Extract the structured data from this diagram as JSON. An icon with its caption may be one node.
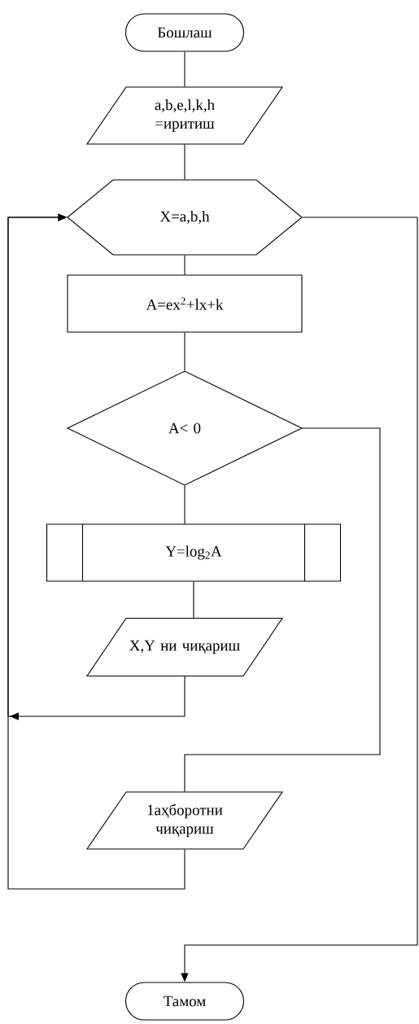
{
  "diagram": {
    "nodes": [
      {
        "text": [
          "Бошлаш"
        ]
      },
      {
        "text": [
          "a,b,e,l,k,h =иритиш"
        ]
      },
      {
        "text": [
          "X=a,b,h"
        ]
      },
      {
        "text": [
          "A=ex$^{2}$+lx+k"
        ]
      },
      {
        "text": [
          "A< 0"
        ]
      },
      {
        "text": [
          "Y=log$_{2}$A"
        ]
      },
      {
        "text": [
          "X,Y ни чиқариш"
        ]
      },
      {
        "text": [
          "1аҳборотни чиқариш"
        ]
      },
      {
        "text": [
          "Тамом"
        ]
      }
    ],
    "edges": [
      {
        "from": 0,
        "to": 1,
        "arrow": "none"
      },
      {
        "from": 1,
        "to": 2,
        "arrow": "none"
      },
      {
        "from": 2,
        "to": 3,
        "arrow": "none"
      },
      {
        "from": 3,
        "to": 4,
        "arrow": "none"
      },
      {
        "from": 4,
        "to": 5,
        "arrow": "none"
      },
      {
        "from": 5,
        "to": 6,
        "arrow": "none"
      },
      {
        "from": 6,
        "to": 2,
        "arrow": "to"
      },
      {
        "from": 4,
        "to": 7,
        "arrow": "none"
      },
      {
        "from": 7,
        "to": 2,
        "arrow": "to"
      },
      {
        "from": 2,
        "to": 8,
        "arrow": "to"
      }
    ]
  }
}
